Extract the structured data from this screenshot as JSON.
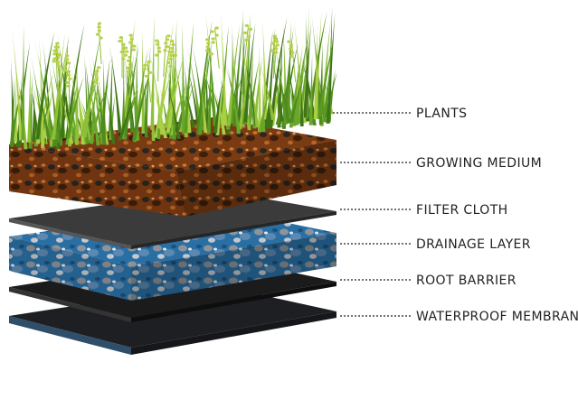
{
  "diagram": {
    "layers": [
      {
        "key": "plants",
        "label": "PLANTS"
      },
      {
        "key": "growing-medium",
        "label": "GROWING MEDIUM"
      },
      {
        "key": "filter-cloth",
        "label": "FILTER CLOTH"
      },
      {
        "key": "drainage-layer",
        "label": "DRAINAGE LAYER"
      },
      {
        "key": "root-barrier",
        "label": "ROOT BARRIER"
      },
      {
        "key": "waterproof-membrane",
        "label": "WATERPROOF MEMBRANE"
      }
    ]
  },
  "colors": {
    "grass_dark": "#4f8a1e",
    "grass_light": "#a9cf45",
    "seed_heads": "#b9d24a",
    "soil": "#7a3a12",
    "soil_dark": "#3d1f0b",
    "pebble": "#2a2622",
    "filter_cloth": "#3b3b3b",
    "drainage_blue": "#2a6fa3",
    "drainage_gray": "#8d939a",
    "root_barrier": "#1b1b1b",
    "membrane": "#1d1f22",
    "membrane_edge": "#2e4e6a",
    "leader": "#444444",
    "label": "#222222"
  }
}
